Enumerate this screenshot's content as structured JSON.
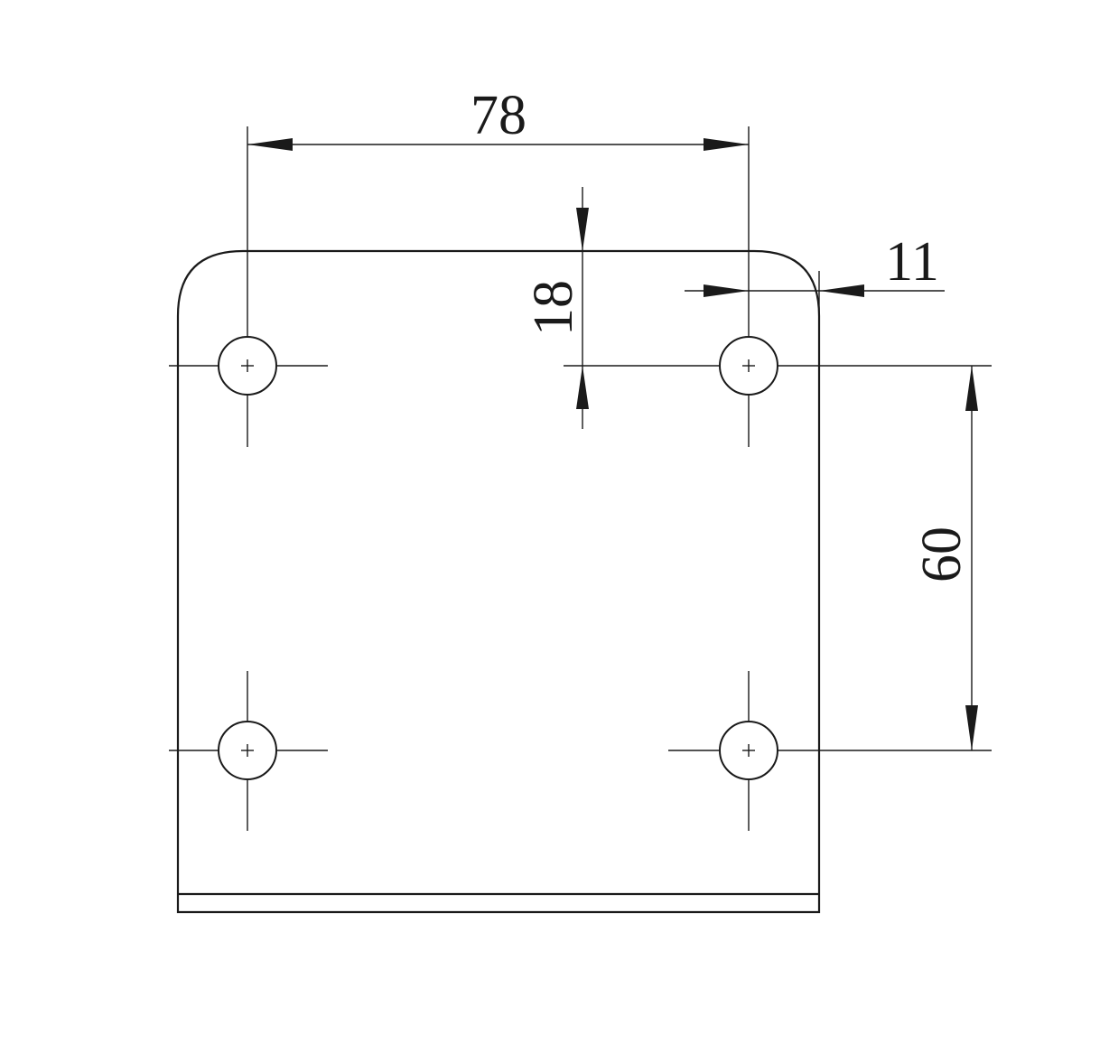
{
  "drawing": {
    "dimensions": {
      "hole_spacing_horizontal": "78",
      "hole_offset_from_top": "18",
      "hole_offset_from_side": "11",
      "hole_spacing_vertical": "60"
    },
    "holes": [
      "top-left",
      "top-right",
      "bottom-left",
      "bottom-right"
    ],
    "line_color": "#1a1a1a",
    "background_color": "#ffffff"
  }
}
